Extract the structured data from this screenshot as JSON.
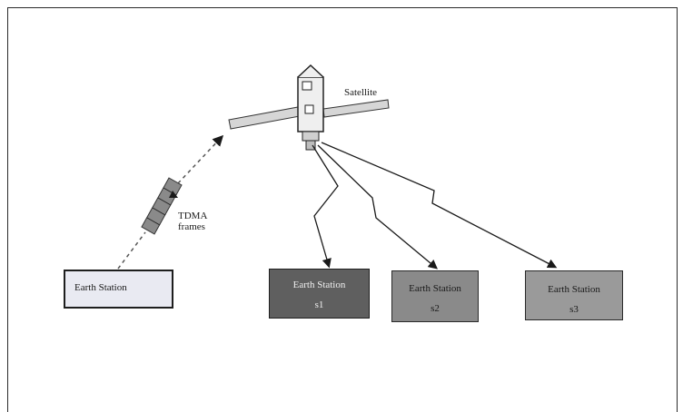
{
  "satellite_label": "Satellite",
  "frames_label_line1": "TDMA",
  "frames_label_line2": "frames",
  "source_station": {
    "label": "Earth Station"
  },
  "stations": [
    {
      "label": "Earth Station",
      "num": "s1"
    },
    {
      "label": "Earth Station",
      "num": "s2"
    },
    {
      "label": "Earth Station",
      "num": "s3"
    }
  ]
}
